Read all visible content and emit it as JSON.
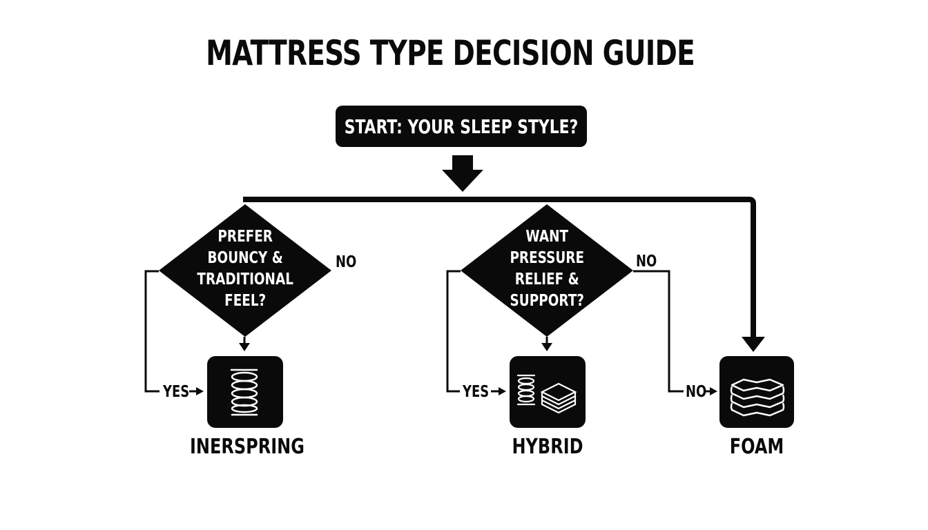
{
  "title": "MATTRESS TYPE DECISION GUIDE",
  "start": {
    "label": "START: YOUR SLEEP STYLE?"
  },
  "decisions": [
    {
      "id": "bouncy",
      "lines": [
        "PREFER",
        "BOUNCY &",
        "TRADITIONAL",
        "FEEL?"
      ],
      "yes_label": "YES",
      "no_label": "NO"
    },
    {
      "id": "pressure",
      "lines": [
        "WANT",
        "PRESSURE",
        "RELIEF &",
        "SUPPORT?"
      ],
      "yes_label": "YES",
      "no_label": "NO"
    }
  ],
  "results": [
    {
      "id": "innerspring",
      "label": "INERSPRING",
      "icon": "spring-coil-icon",
      "entry_label": "YES"
    },
    {
      "id": "hybrid",
      "label": "HYBRID",
      "icon": "coil-and-layers-icon",
      "entry_label": "YES"
    },
    {
      "id": "foam",
      "label": "FOAM",
      "icon": "foam-layers-icon",
      "entry_label": "NO"
    }
  ],
  "colors": {
    "ink": "#0a0a0a",
    "background": "#ffffff",
    "icon_stroke": "#ffffff"
  }
}
